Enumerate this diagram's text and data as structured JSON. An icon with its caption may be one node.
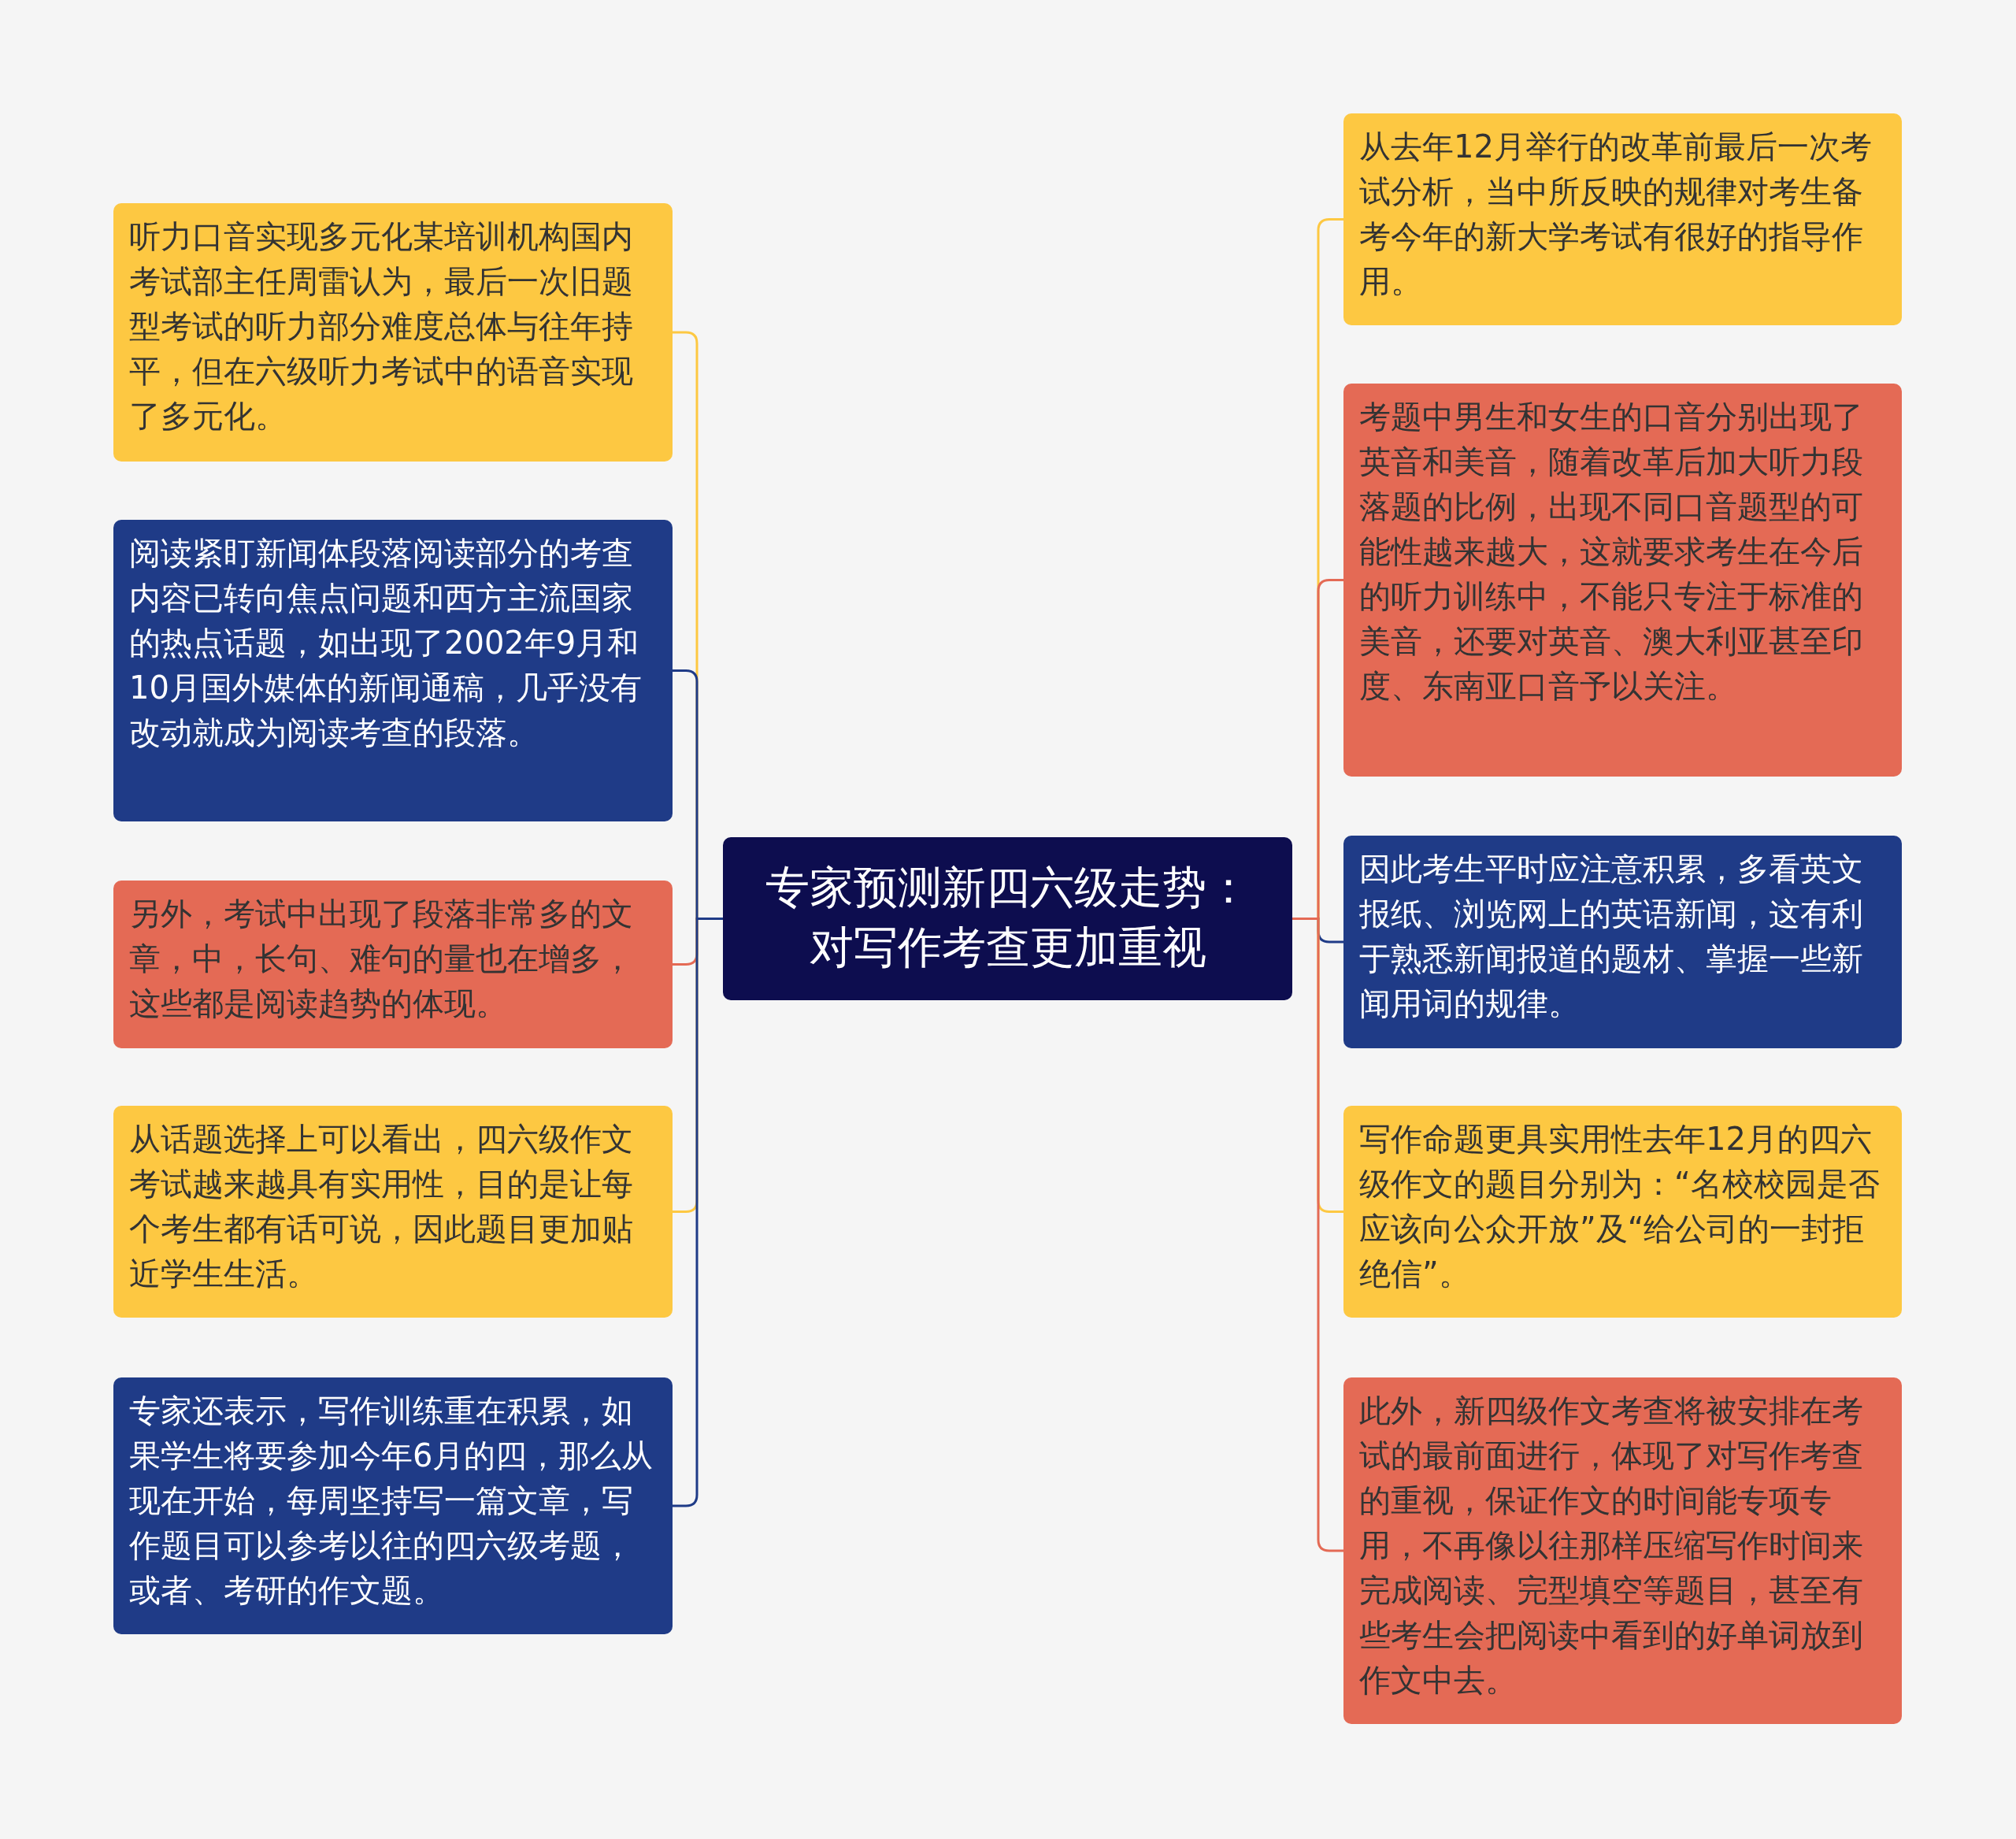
{
  "diagram": {
    "nodes": [
      {
        "text": [
          "专家预测新四六级走势：对写作考查更加重视"
        ]
      },
      {
        "text": [
          "听力口音实现多元化某培训机构国内考试部主任周雷认为，最后一次旧题型考试的听力部分难度总体与往年持平，但在六级听力考试中的语音实现了多元化。"
        ]
      },
      {
        "text": [
          "阅读紧盯新闻体段落阅读部分的考查内容已转向焦点问题和西方主流国家的热点话题，如出现了2002年9月和10月国外媒体的新闻通稿，几乎没有改动就成为阅读考查的段落。"
        ]
      },
      {
        "text": [
          "另外，考试中出现了段落非常多的文章，中，长句、难句的量也在增多，这些都是阅读趋势的体现。"
        ]
      },
      {
        "text": [
          "从话题选择上可以看出，四六级作文考试越来越具有实用性，目的是让每个考生都有话可说，因此题目更加贴近学生生活。"
        ]
      },
      {
        "text": [
          "专家还表示，写作训练重在积累，如果学生将要参加今年6月的四，那么从现在开始，每周坚持写一篇文章，写作题目可以参考以往的四六级考题，或者、考研的作文题。"
        ]
      },
      {
        "text": [
          "从去年12月举行的改革前最后一次考试分析，当中所反映的规律对考生备考今年的新大学考试有很好的指导作用。"
        ]
      },
      {
        "text": [
          "考题中男生和女生的口音分别出现了英音和美音，随着改革后加大听力段落题的比例，出现不同口音题型的可能性越来越大，这就要求考生在今后的听力训练中，不能只专注于标准的美音，还要对英音、澳大利亚甚至印度、东南亚口音予以关注。"
        ]
      },
      {
        "text": [
          "因此考生平时应注意积累，多看英文报纸、浏览网上的英语新闻，这有利于熟悉新闻报道的题材、掌握一些新闻用词的规律。"
        ]
      },
      {
        "text": [
          "写作命题更具实用性去年12月的四六级作文的题目分别为：“名校校园是否应该向公众开放”及“给公司的一封拒绝信”。"
        ]
      },
      {
        "text": [
          "此外，新四级作文考查将被安排在考试的最前面进行，体现了对写作考查的重视，保证作文的时间能专项专用，不再像以往那样压缩写作时间来完成阅读、完型填空等题目，甚至有些考生会把阅读中看到的好单词放到作文中去。"
        ]
      }
    ],
    "edges": [
      {
        "from": 0,
        "to": 1,
        "arrow": "none",
        "color": "#fdc842"
      },
      {
        "from": 0,
        "to": 2,
        "arrow": "none",
        "color": "#1f3b87"
      },
      {
        "from": 0,
        "to": 3,
        "arrow": "none",
        "color": "#e46a55"
      },
      {
        "from": 0,
        "to": 4,
        "arrow": "none",
        "color": "#fdc842"
      },
      {
        "from": 0,
        "to": 5,
        "arrow": "none",
        "color": "#1f3b87"
      },
      {
        "from": 0,
        "to": 6,
        "arrow": "none",
        "color": "#fdc842"
      },
      {
        "from": 0,
        "to": 7,
        "arrow": "none",
        "color": "#e46a55"
      },
      {
        "from": 0,
        "to": 8,
        "arrow": "none",
        "color": "#1f3b87"
      },
      {
        "from": 0,
        "to": 9,
        "arrow": "none",
        "color": "#fdc842"
      },
      {
        "from": 0,
        "to": 10,
        "arrow": "none",
        "color": "#e46a55"
      }
    ]
  }
}
